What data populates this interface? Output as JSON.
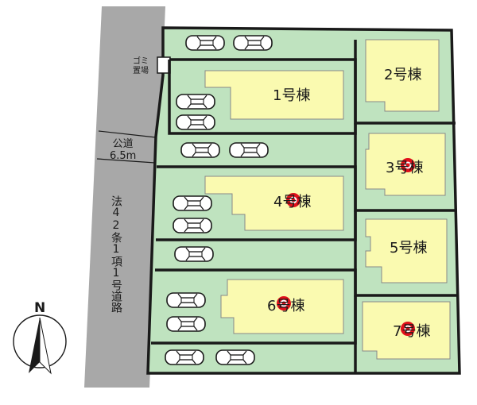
{
  "colors": {
    "lot": "#bfe3bf",
    "building": "#fafab0",
    "outline": "#1a1a1a",
    "road": "#a8a8a8",
    "marker": "#e0101a"
  },
  "labels": {
    "garbage": "ゴミ\n置場",
    "public_road": "公道\n6.5m",
    "side_road": "法42条1項1号道路",
    "north": "N"
  },
  "buildings": [
    {
      "id": "b1",
      "label": "1号棟",
      "marker": false
    },
    {
      "id": "b2",
      "label": "2号棟",
      "marker": false
    },
    {
      "id": "b3",
      "label": "3号棟",
      "marker": true
    },
    {
      "id": "b4",
      "label": "4号棟",
      "marker": true
    },
    {
      "id": "b5",
      "label": "5号棟",
      "marker": false
    },
    {
      "id": "b6",
      "label": "6号棟",
      "marker": true
    },
    {
      "id": "b7",
      "label": "7号棟",
      "marker": true
    }
  ],
  "icons": [
    "car-icon",
    "compass-icon",
    "marker-icon"
  ]
}
